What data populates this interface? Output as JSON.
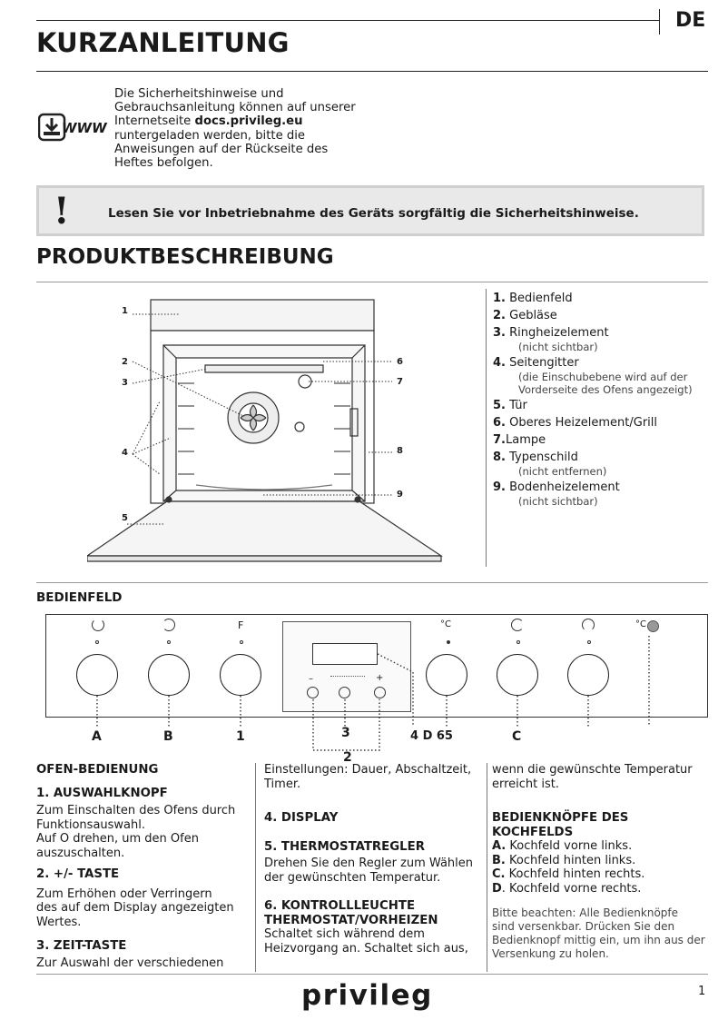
{
  "header": {
    "lang": "DE",
    "title": "KURZANLEITUNG"
  },
  "intro": {
    "lines": [
      "Die Sicherheitshinweise und",
      "Gebrauchsanleitung können auf unserer",
      "Internetseite",
      "docs.privileg.eu",
      "runtergeladen werden, bitte die",
      "Anweisungen auf der Rückseite des",
      "Heftes befolgen."
    ],
    "www_label": "WWW",
    "icon": "download-icon"
  },
  "warning": {
    "text": "Lesen Sie vor Inbetriebnahme des Geräts sorgfältig die Sicherheitshinweise.",
    "mark": "!"
  },
  "product": {
    "heading": "PRODUKTBESCHREIBUNG",
    "callouts": [
      "1",
      "2",
      "3",
      "4",
      "5",
      "6",
      "7",
      "8",
      "9"
    ],
    "legend": [
      {
        "n": "1.",
        "label": "Bedienfeld",
        "sub": ""
      },
      {
        "n": "2.",
        "label": "Gebläse",
        "sub": ""
      },
      {
        "n": "3.",
        "label": "Ringheizelement",
        "sub": "(nicht sichtbar)"
      },
      {
        "n": "4.",
        "label": "Seitengitter",
        "sub": "(die Einschubebene wird auf der",
        "sub2": "Vorderseite des Ofens angezeigt)"
      },
      {
        "n": "5.",
        "label": "Tür",
        "sub": ""
      },
      {
        "n": "6.",
        "label": "Oberes Heizelement/Grill",
        "sub": ""
      },
      {
        "n": "7.",
        "label": "Lampe",
        "sub": ""
      },
      {
        "n": "8.",
        "label": "Typenschild",
        "sub": "(nicht entfernen)"
      },
      {
        "n": "9.",
        "label": "Bodenheizelement",
        "sub": "(nicht sichtbar)"
      }
    ]
  },
  "panel": {
    "heading": "BEDIENFELD",
    "symbols": {
      "f": "F",
      "celsius": "°C",
      "minus": "–",
      "plus": "+"
    },
    "labels": {
      "a": "A",
      "b": "B",
      "one": "1",
      "three": "3",
      "four": "4 D 65",
      "c": "C",
      "two": "2"
    }
  },
  "columns": {
    "c1": {
      "heading": "OFEN-BEDIENUNG",
      "s1_title": "1. AUSWAHLKNOPF",
      "s1_text": [
        "Zum Einschalten des Ofens durch",
        "Funktionsauswahl.",
        "Auf  O drehen, um den Ofen",
        "auszuschalten."
      ],
      "s2_title": "2. +/- TASTE",
      "s2_text": [
        "Zum Erhöhen oder Verringern",
        "des auf dem Display angezeigten",
        "Wertes."
      ],
      "s3_title": "3. ZEIT-TASTE",
      "s3_text": [
        "Zur Auswahl der verschiedenen"
      ]
    },
    "c2": {
      "cont": [
        "Einstellungen: Dauer, Abschaltzeit,",
        "Timer."
      ],
      "s4_title": "4. DISPLAY",
      "s5_title": "5. THERMOSTATREGLER",
      "s5_text": [
        "Drehen Sie den Regler zum Wählen",
        "der gewünschten Temperatur."
      ],
      "s6_title": [
        "6. KONTROLLLEUCHTE",
        "THERMOSTAT/VORHEIZEN"
      ],
      "s6_text": [
        "Schaltet sich während dem",
        "Heizvorgang an. Schaltet sich aus,"
      ]
    },
    "c3": {
      "cont": [
        "wenn die gewünschte Temperatur",
        "erreicht ist."
      ],
      "kb_title": [
        "BEDIENKNÖPFE DES",
        "KOCHFELDS"
      ],
      "kb_items": [
        {
          "k": "A.",
          "t": "Kochfeld vorne links."
        },
        {
          "k": "B.",
          "t": "Kochfeld hinten links."
        },
        {
          "k": "C.",
          "t": "Kochfeld hinten rechts."
        },
        {
          "k": "D",
          "t": ". Kochfeld vorne rechts."
        }
      ],
      "note": [
        "Bitte beachten: Alle Bedienknöpfe",
        "sind versenkbar. Drücken Sie den",
        "Bedienknopf mittig ein, um ihn aus der",
        "Versenkung zu holen."
      ]
    }
  },
  "footer": {
    "brand": "privileg",
    "page": "1"
  }
}
